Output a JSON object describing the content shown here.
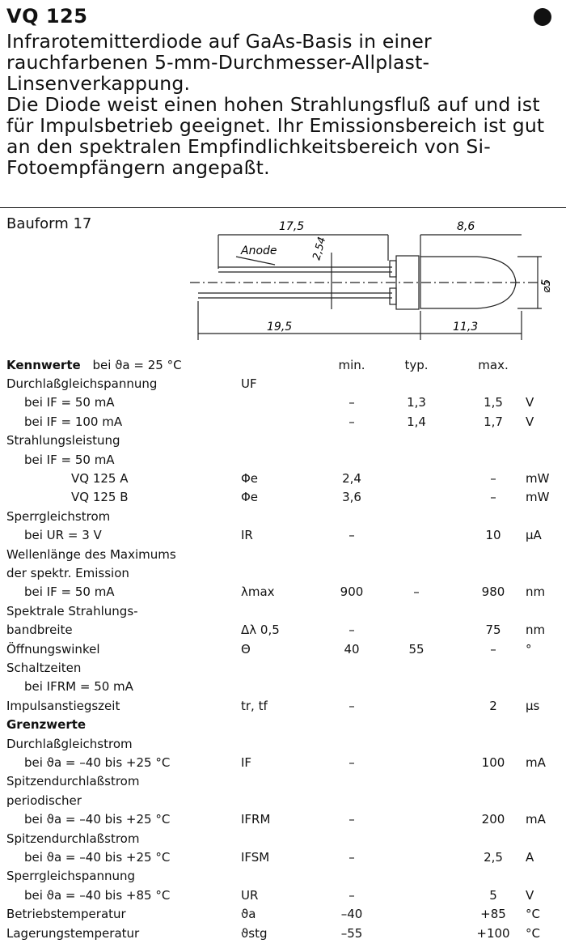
{
  "title": "VQ 125",
  "intro": {
    "p1": "Infrarotemitterdiode auf GaAs-Basis in einer rauchfarbenen 5-mm-Durchmesser-Allplast-Linsenverkappung.",
    "p2": "Die Diode weist einen hohen Strahlungsfluß auf und ist für Impulsbetrieb geeignet. Ihr Emissionsbereich ist gut an den spektralen Empfindlichkeitsbereich von Si-Fotoempfängern angepaßt."
  },
  "bauform": "Bauform 17",
  "drawing": {
    "dim_top_left": "17,5",
    "dim_top_right": "8,6",
    "dim_pitch": "2,54",
    "anode_label": "Anode",
    "dim_bottom_left": "19,5",
    "dim_bottom_right": "11,3",
    "dim_diameter": "⌀5"
  },
  "table": {
    "header": {
      "label": "Kennwerte",
      "condition": "bei ϑa = 25 °C",
      "min": "min.",
      "typ": "typ.",
      "max": "max."
    },
    "rows": [
      {
        "label": "Durchlaßgleichspannung",
        "sym": "UF",
        "min": "",
        "typ": "",
        "max": "",
        "unit": ""
      },
      {
        "label": "bei IF = 50 mA",
        "sym": "",
        "min": "–",
        "typ": "1,3",
        "max": "1,5",
        "unit": "V"
      },
      {
        "label": "bei IF = 100 mA",
        "sym": "",
        "min": "–",
        "typ": "1,4",
        "max": "1,7",
        "unit": "V"
      },
      {
        "label": "Strahlungsleistung",
        "sym": "",
        "min": "",
        "typ": "",
        "max": "",
        "unit": ""
      },
      {
        "label": "bei IF = 50 mA",
        "sym": "",
        "min": "",
        "typ": "",
        "max": "",
        "unit": ""
      },
      {
        "label": "VQ 125 A",
        "sym": "Φe",
        "min": "2,4",
        "typ": "",
        "max": "–",
        "unit": "mW"
      },
      {
        "label": "VQ 125 B",
        "sym": "Φe",
        "min": "3,6",
        "typ": "",
        "max": "–",
        "unit": "mW"
      },
      {
        "label": "Sperrgleichstrom",
        "sym": "",
        "min": "",
        "typ": "",
        "max": "",
        "unit": ""
      },
      {
        "label": "bei UR = 3 V",
        "sym": "IR",
        "min": "–",
        "typ": "",
        "max": "10",
        "unit": "µA"
      },
      {
        "label": "Wellenlänge des Maximums",
        "sym": "",
        "min": "",
        "typ": "",
        "max": "",
        "unit": ""
      },
      {
        "label": "der spektr. Emission",
        "sym": "",
        "min": "",
        "typ": "",
        "max": "",
        "unit": ""
      },
      {
        "label": "bei IF = 50 mA",
        "sym": "λmax",
        "min": "900",
        "typ": "–",
        "max": "980",
        "unit": "nm"
      },
      {
        "label": "Spektrale Strahlungs-",
        "sym": "",
        "min": "",
        "typ": "",
        "max": "",
        "unit": ""
      },
      {
        "label": "bandbreite",
        "sym": "Δλ 0,5",
        "min": "–",
        "typ": "",
        "max": "75",
        "unit": "nm"
      },
      {
        "label": "Öffnungswinkel",
        "sym": "Θ",
        "min": "40",
        "typ": "55",
        "max": "–",
        "unit": "°"
      },
      {
        "label": "Schaltzeiten",
        "sym": "",
        "min": "",
        "typ": "",
        "max": "",
        "unit": ""
      },
      {
        "label": "bei IFRM = 50 mA",
        "sym": "",
        "min": "",
        "typ": "",
        "max": "",
        "unit": ""
      },
      {
        "label": "Impulsanstiegszeit",
        "sym": "tr, tf",
        "min": "–",
        "typ": "",
        "max": "2",
        "unit": "µs"
      },
      {
        "label": "Grenzwerte",
        "sym": "",
        "min": "",
        "typ": "",
        "max": "",
        "unit": ""
      },
      {
        "label": "Durchlaßgleichstrom",
        "sym": "",
        "min": "",
        "typ": "",
        "max": "",
        "unit": ""
      },
      {
        "label": "bei ϑa = –40 bis +25 °C",
        "sym": "IF",
        "min": "–",
        "typ": "",
        "max": "100",
        "unit": "mA"
      },
      {
        "label": "Spitzendurchlaßstrom",
        "sym": "",
        "min": "",
        "typ": "",
        "max": "",
        "unit": ""
      },
      {
        "label": "periodischer",
        "sym": "",
        "min": "",
        "typ": "",
        "max": "",
        "unit": ""
      },
      {
        "label": "bei ϑa = –40 bis +25 °C",
        "sym": "IFRM",
        "min": "–",
        "typ": "",
        "max": "200",
        "unit": "mA"
      },
      {
        "label": "Spitzendurchlaßstrom",
        "sym": "",
        "min": "",
        "typ": "",
        "max": "",
        "unit": ""
      },
      {
        "label": "bei ϑa = –40 bis +25 °C",
        "sym": "IFSM",
        "min": "–",
        "typ": "",
        "max": "2,5",
        "unit": "A"
      },
      {
        "label": "Sperrgleichspannung",
        "sym": "",
        "min": "",
        "typ": "",
        "max": "",
        "unit": ""
      },
      {
        "label": "bei ϑa = –40 bis +85 °C",
        "sym": "UR",
        "min": "–",
        "typ": "",
        "max": "5",
        "unit": "V"
      },
      {
        "label": "Betriebstemperatur",
        "sym": "ϑa",
        "min": "–40",
        "typ": "",
        "max": "+85",
        "unit": "°C"
      },
      {
        "label": "Lagerungstemperatur",
        "sym": "ϑstg",
        "min": "–55",
        "typ": "",
        "max": "+100",
        "unit": "°C"
      }
    ]
  }
}
